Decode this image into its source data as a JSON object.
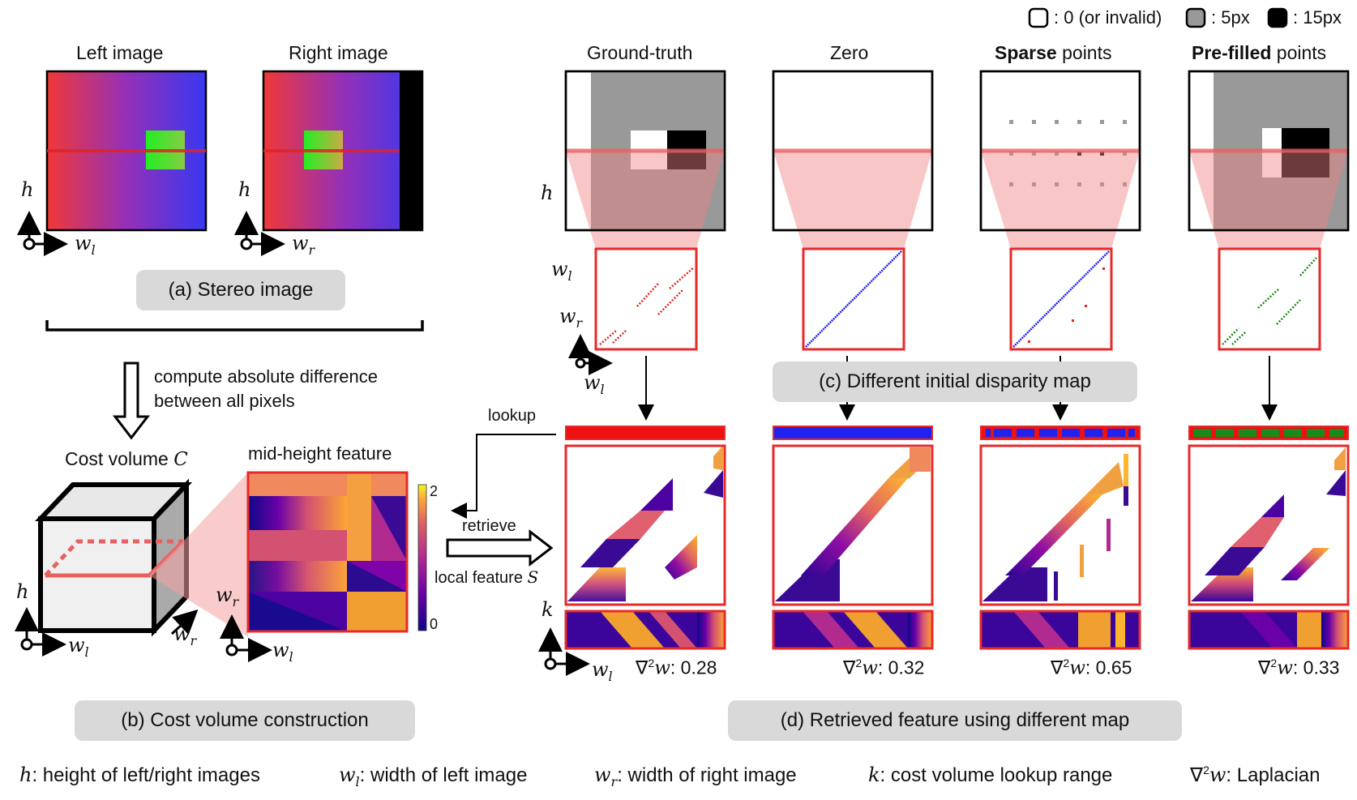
{
  "legend": {
    "white": ": 0 (or invalid)",
    "gray": ": 5px",
    "black": ": 15px",
    "colors": {
      "white": "#ffffff",
      "gray": "#999999",
      "black": "#000000"
    }
  },
  "stereo": {
    "left_title": "Left image",
    "right_title": "Right image",
    "caption": "(a) Stereo image",
    "axis_h": "h",
    "axis_wl": "w",
    "axis_wl_sub": "l",
    "axis_wr": "w",
    "axis_wr_sub": "r"
  },
  "compute": {
    "line1": "compute absolute difference",
    "line2": "between all pixels"
  },
  "cost_volume": {
    "title": "Cost volume ",
    "symbol": "C",
    "feature_title": "mid-height feature",
    "colorbar_max": "2",
    "colorbar_min": "0",
    "caption": "(b) Cost volume construction"
  },
  "lookup": {
    "lookup_label": "lookup",
    "retrieve_label": "retrieve",
    "local_feature_label": "local feature ",
    "local_feature_symbol": "S",
    "axis_k": "k"
  },
  "columns": [
    {
      "title_bold": "",
      "title": "Ground-truth",
      "metric_prefix": "∇",
      "metric_sup": "2",
      "metric_var": "w",
      "metric_value": ": 0.28"
    },
    {
      "title_bold": "",
      "title": "Zero",
      "metric_prefix": "∇",
      "metric_sup": "2",
      "metric_var": "w",
      "metric_value": ": 0.32"
    },
    {
      "title_bold": "Sparse",
      "title": " points",
      "metric_prefix": "∇",
      "metric_sup": "2",
      "metric_var": "w",
      "metric_value": ": 0.65"
    },
    {
      "title_bold": "Pre-filled",
      "title": " points",
      "metric_prefix": "∇",
      "metric_sup": "2",
      "metric_var": "w",
      "metric_value": ": 0.33"
    }
  ],
  "captions": {
    "c": "(c) Different initial disparity map",
    "d": "(d) Retrieved feature using different map"
  },
  "footer": {
    "h_sym": "h",
    "h_text": ": height of left/right images",
    "wl_sym": "w",
    "wl_sub": "l",
    "wl_text": ": width of left image",
    "wr_sym": "w",
    "wr_sub": "r",
    "wr_text": ": width of right image",
    "k_sym": "k",
    "k_text": ": cost volume lookup range",
    "lap_sym": "∇",
    "lap_sup": "2",
    "lap_var": "w",
    "lap_text": ": Laplacian"
  }
}
